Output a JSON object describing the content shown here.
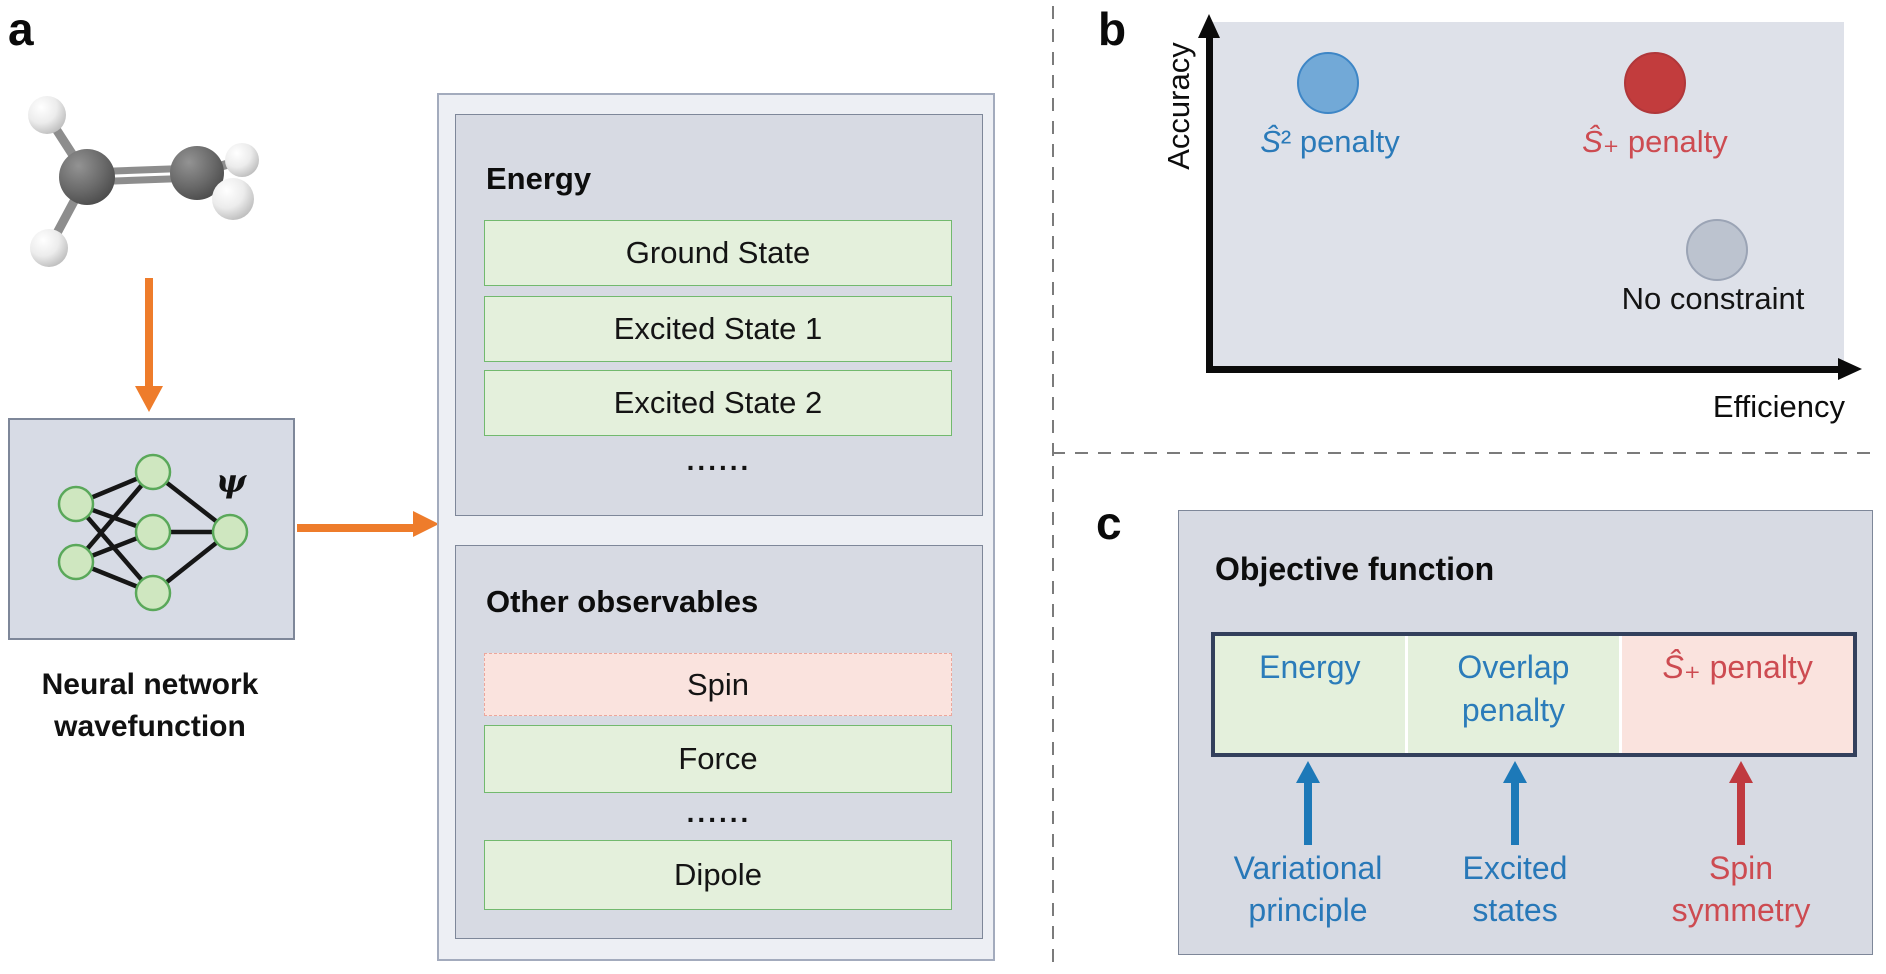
{
  "a": {
    "label": "a",
    "molecule": "ethylene ball-and-stick model (C2H4)",
    "psi": "ψ",
    "caption_lines": [
      "Neural network",
      "wavefunction"
    ],
    "energy": {
      "title": "Energy",
      "rows": [
        "Ground State",
        "Excited State 1",
        "Excited State 2"
      ],
      "ellipsis": "......"
    },
    "observables": {
      "title": "Other observables",
      "rows": [
        "Spin",
        "Force",
        "Dipole"
      ],
      "ellipsis": "......"
    }
  },
  "b": {
    "label": "b",
    "y_axis_label": "Accuracy",
    "x_axis_label": "Efficiency",
    "points": [
      {
        "name": "s2-penalty",
        "label_head": "Ŝ",
        "label_rest": "² penalty"
      },
      {
        "name": "s-plus-penalty",
        "label_head": "Ŝ",
        "label_rest": "₊ penalty"
      },
      {
        "name": "no-constraint",
        "label": "No constraint"
      }
    ]
  },
  "c": {
    "label": "c",
    "title": "Objective function",
    "segments": [
      {
        "label": "Energy"
      },
      {
        "label": "Overlap penalty"
      },
      {
        "label_head": "Ŝ",
        "label_rest": "₊ penalty"
      }
    ],
    "annotations": [
      {
        "lines": [
          "Variational",
          "principle"
        ]
      },
      {
        "lines": [
          "Excited",
          "states"
        ]
      },
      {
        "lines": [
          "Spin",
          "symmetry"
        ]
      }
    ]
  },
  "colors": {
    "orange_arrow": "#ee7c2b",
    "panel_fill": "#d7dae3",
    "outer_fill": "#edeff4",
    "plot_fill": "#dee1e9",
    "green_fill": "#e4f0dc",
    "green_border": "#72b96e",
    "pink_fill": "#fae3de",
    "pink_border": "#eca79c",
    "navy_border": "#33405c",
    "blue_text": "#2a7ab9",
    "red_text": "#cd4b51",
    "blue_dot": "#72a9d7",
    "red_dot": "#c23c3d",
    "gray_dot": "#bcc3cf",
    "node_fill": "#cfe7c0",
    "node_border": "#5aa85a"
  },
  "chart_data": {
    "type": "scatter",
    "title": "",
    "xlabel": "Efficiency",
    "ylabel": "Accuracy",
    "axes": "qualitative, no ticks or numeric scale",
    "legend_position": "labels under points",
    "points": [
      {
        "label": "Ŝ² penalty",
        "efficiency": 0.18,
        "accuracy": 0.83,
        "color": "#72a9d7"
      },
      {
        "label": "Ŝ₊ penalty",
        "efficiency": 0.7,
        "accuracy": 0.83,
        "color": "#c23c3d"
      },
      {
        "label": "No constraint",
        "efficiency": 0.8,
        "accuracy": 0.35,
        "color": "#bcc3cf"
      }
    ]
  }
}
